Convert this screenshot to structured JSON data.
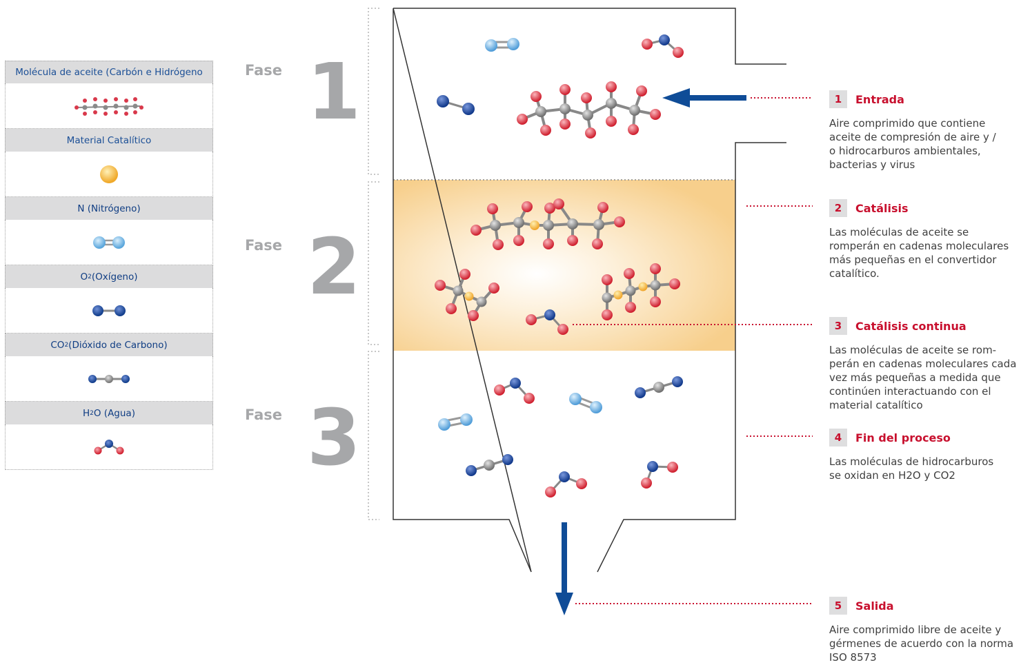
{
  "legend": [
    {
      "title": "Molécula de aceite (Carbón e Hidrógeno",
      "icon": "oil-molecule-icon"
    },
    {
      "title": "Material Catalítico",
      "icon": "catalyst-sphere-icon"
    },
    {
      "title": "N (Nitrógeno)",
      "icon": "nitrogen-molecule-icon"
    },
    {
      "title_pre": "O",
      "title_sub": "2",
      "title_post": " (Oxígeno)",
      "icon": "oxygen-molecule-icon"
    },
    {
      "title_pre": "CO",
      "title_sub": "2",
      "title_post": " (Dióxido de Carbono)",
      "icon": "co2-molecule-icon"
    },
    {
      "title_pre": "H",
      "title_sub": "2",
      "title_post": "O (Agua)",
      "icon": "water-molecule-icon"
    }
  ],
  "phases": [
    {
      "label": "Fase",
      "number": "1"
    },
    {
      "label": "Fase",
      "number": "2"
    },
    {
      "label": "Fase",
      "number": "3"
    }
  ],
  "steps": [
    {
      "number": "1",
      "title": "Entrada",
      "text": "Aire comprimido que contiene aceite de compresión de aire y / o hidrocarburos ambientales, bacterias y virus"
    },
    {
      "number": "2",
      "title": "Catálisis",
      "text": "Las moléculas de aceite se romperán en cadenas moleculares más pequeñas en el convertidor catalítico."
    },
    {
      "number": "3",
      "title": "Catálisis continua",
      "text": "Las moléculas de aceite se rom-perán en cadenas moleculares cada vez más pequeñas a medida que continúen interactuando con el material catalítico"
    },
    {
      "number": "4",
      "title": "Fin del  proceso",
      "text": "Las moléculas de hidrocarburos se oxidan en H2O y CO2"
    },
    {
      "number": "5",
      "title": "Salida",
      "text": "Aire comprimido libre de aceite y gérmenes de acuerdo con la norma ISO 8573"
    }
  ],
  "colors": {
    "accent": "#c8102e",
    "arrow": "#0f4c97",
    "phase": "#a6a7a9",
    "catalyst_zone": "#f9d9a3"
  }
}
